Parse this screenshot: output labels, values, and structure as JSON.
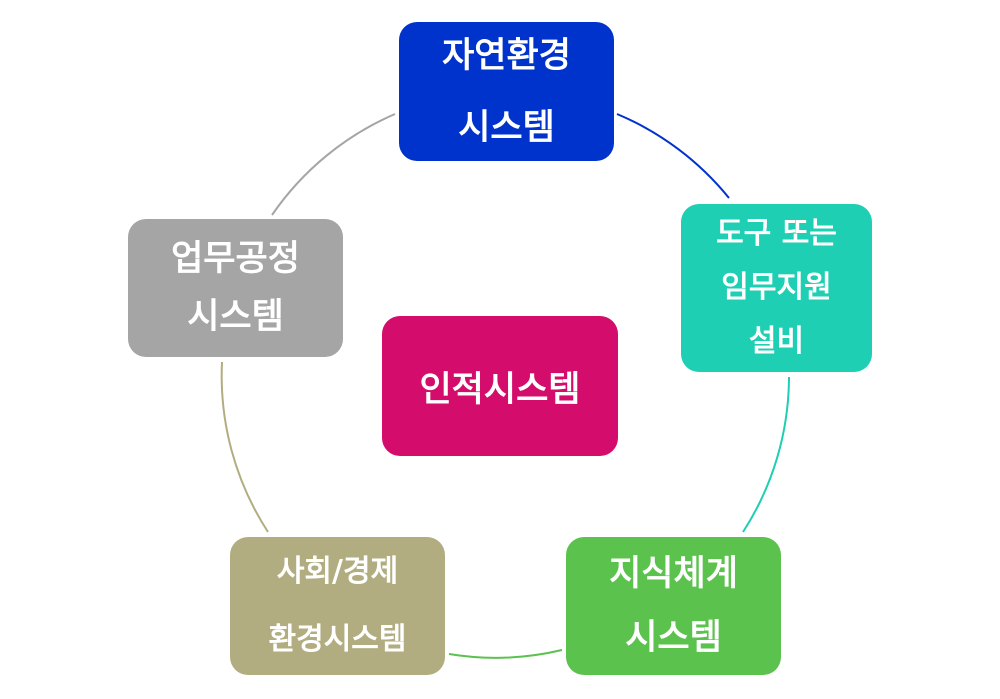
{
  "diagram": {
    "center": {
      "label": "인적시스템",
      "color": "#d40c6c"
    },
    "nodes": [
      {
        "id": "natural",
        "lines": [
          "자연환경",
          "시스템"
        ],
        "color": "#0033cc"
      },
      {
        "id": "tools",
        "lines": [
          "도구 또는",
          "임무지원",
          "설비"
        ],
        "color": "#1ecfb3"
      },
      {
        "id": "knowledge",
        "lines": [
          "지식체계",
          "시스템"
        ],
        "color": "#5cc24e"
      },
      {
        "id": "social",
        "lines": [
          "사회/경제",
          "환경시스템"
        ],
        "color": "#b2ad80"
      },
      {
        "id": "work",
        "lines": [
          "업무공정",
          "시스템"
        ],
        "color": "#a5a5a5"
      }
    ],
    "connector_colors": [
      "#0033cc",
      "#1ecfb3",
      "#5cc24e",
      "#b2ad80",
      "#a5a5a5"
    ]
  }
}
